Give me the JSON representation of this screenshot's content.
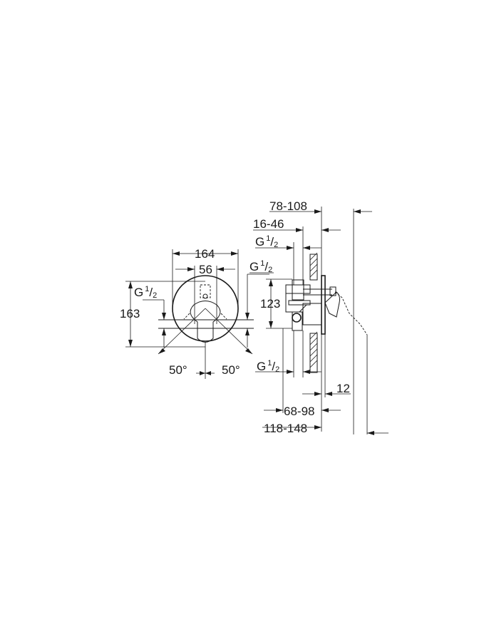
{
  "front_view": {
    "width_outer": "164",
    "width_inner": "56",
    "height": "163",
    "thread_left": {
      "g": "G",
      "num": "1",
      "den": "2"
    },
    "thread_right": {
      "g": "G",
      "num": "1",
      "den": "2"
    },
    "angle_left": "50°",
    "angle_right": "50°"
  },
  "side_view": {
    "depth_total": "78-108",
    "depth_mid": "16-46",
    "thread_top": {
      "g": "G",
      "num": "1",
      "den": "2"
    },
    "thread_bottom": {
      "g": "G",
      "num": "1",
      "den": "2"
    },
    "height": "123",
    "plate": "12",
    "depth_body": "68-98",
    "depth_overall": "118-148"
  },
  "colors": {
    "line": "#1a1a1a",
    "background": "#ffffff"
  }
}
